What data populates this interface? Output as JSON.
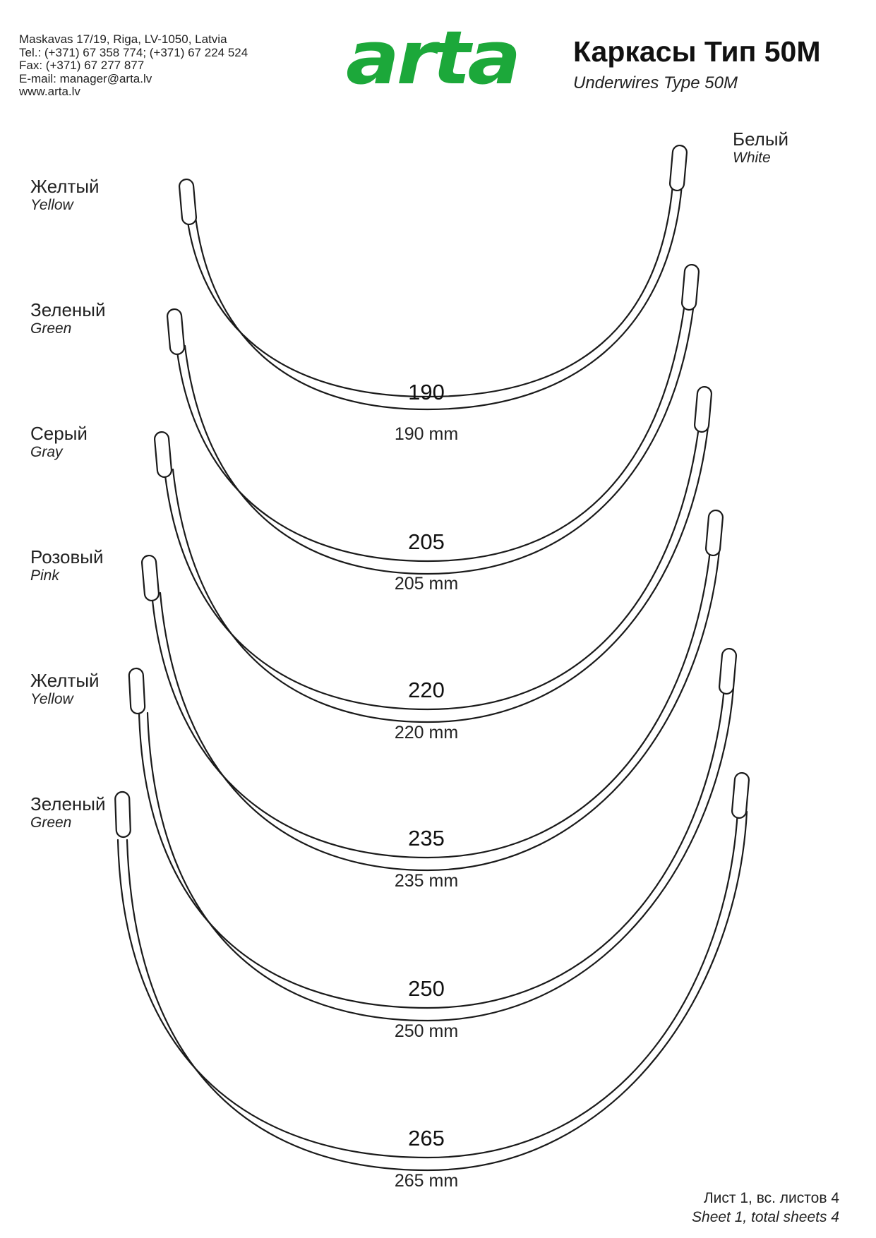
{
  "contact": {
    "address": "Maskavas 17/19, Riga, LV-1050, Latvia",
    "tel": "Tel.: (+371) 67 358 774; (+371) 67 224 524",
    "fax": "Fax: (+371) 67 277 877",
    "email": "E-mail: manager@arta.lv",
    "web": "www.arta.lv"
  },
  "logo": {
    "text": "arta",
    "color": "#1ca83a"
  },
  "title": {
    "ru": "Каркасы Тип 50М",
    "en": "Underwires Type 50M"
  },
  "color_labels": [
    {
      "ru": "Белый",
      "en": "White"
    },
    {
      "ru": "Желтый",
      "en": "Yellow"
    },
    {
      "ru": "Зеленый",
      "en": "Green"
    },
    {
      "ru": "Серый",
      "en": "Gray"
    },
    {
      "ru": "Розовый",
      "en": "Pink"
    },
    {
      "ru": "Желтый",
      "en": "Yellow"
    },
    {
      "ru": "Зеленый",
      "en": "Green"
    }
  ],
  "wires": [
    {
      "size": "190",
      "label": "190 mm"
    },
    {
      "size": "205",
      "label": "205 mm"
    },
    {
      "size": "220",
      "label": "220 mm"
    },
    {
      "size": "235",
      "label": "235 mm"
    },
    {
      "size": "250",
      "label": "250 mm"
    },
    {
      "size": "265",
      "label": "265 mm"
    }
  ],
  "sheet": {
    "ru": "Лист 1, вс. листов 4",
    "en": "Sheet 1, total sheets 4"
  }
}
